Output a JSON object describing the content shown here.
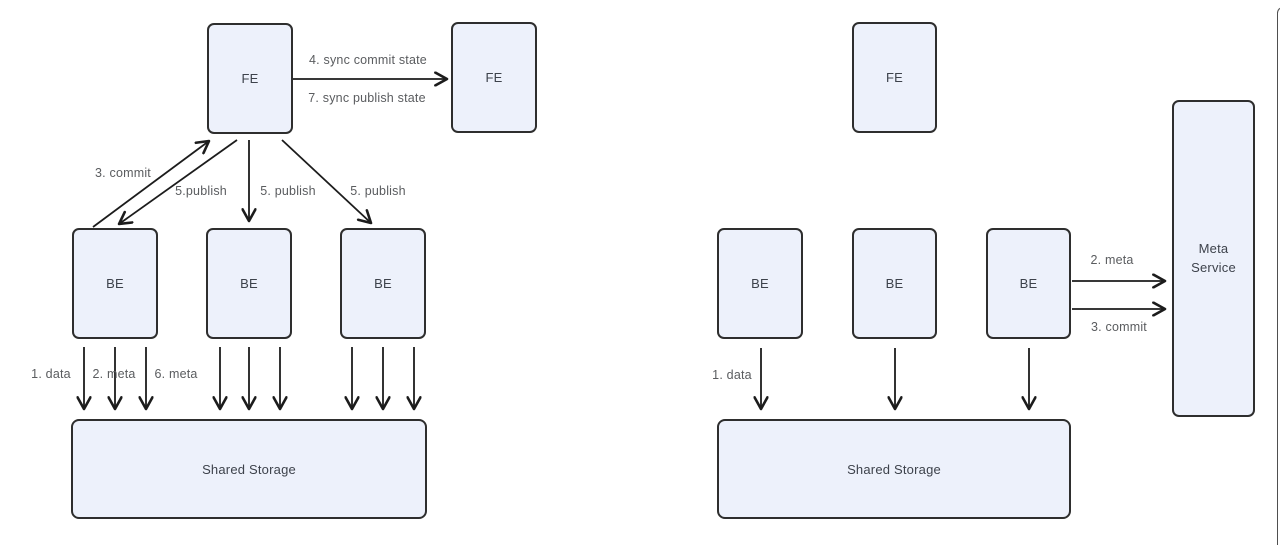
{
  "colors": {
    "background": "#ffffff",
    "node_fill": "#edf1fb",
    "node_border": "#2e2e2e",
    "arrow": "#1c1c1c",
    "edge_label_text": "#5a5c5f",
    "node_text": "#3d424b"
  },
  "left": {
    "fe1": "FE",
    "fe2": "FE",
    "be1": "BE",
    "be2": "BE",
    "be3": "BE",
    "storage": "Shared Storage",
    "labels": {
      "sync_commit": "4. sync commit state",
      "sync_publish": "7. sync publish state",
      "commit": "3. commit",
      "publish_a": "5.publish",
      "publish_b": "5. publish",
      "publish_c": "5. publish",
      "data": "1. data",
      "meta_2": "2. meta",
      "meta_6": "6. meta"
    }
  },
  "right": {
    "fe": "FE",
    "be1": "BE",
    "be2": "BE",
    "be3": "BE",
    "meta_service": "Meta Service",
    "storage": "Shared Storage",
    "labels": {
      "data": "1. data",
      "meta": "2. meta",
      "commit": "3. commit"
    }
  }
}
